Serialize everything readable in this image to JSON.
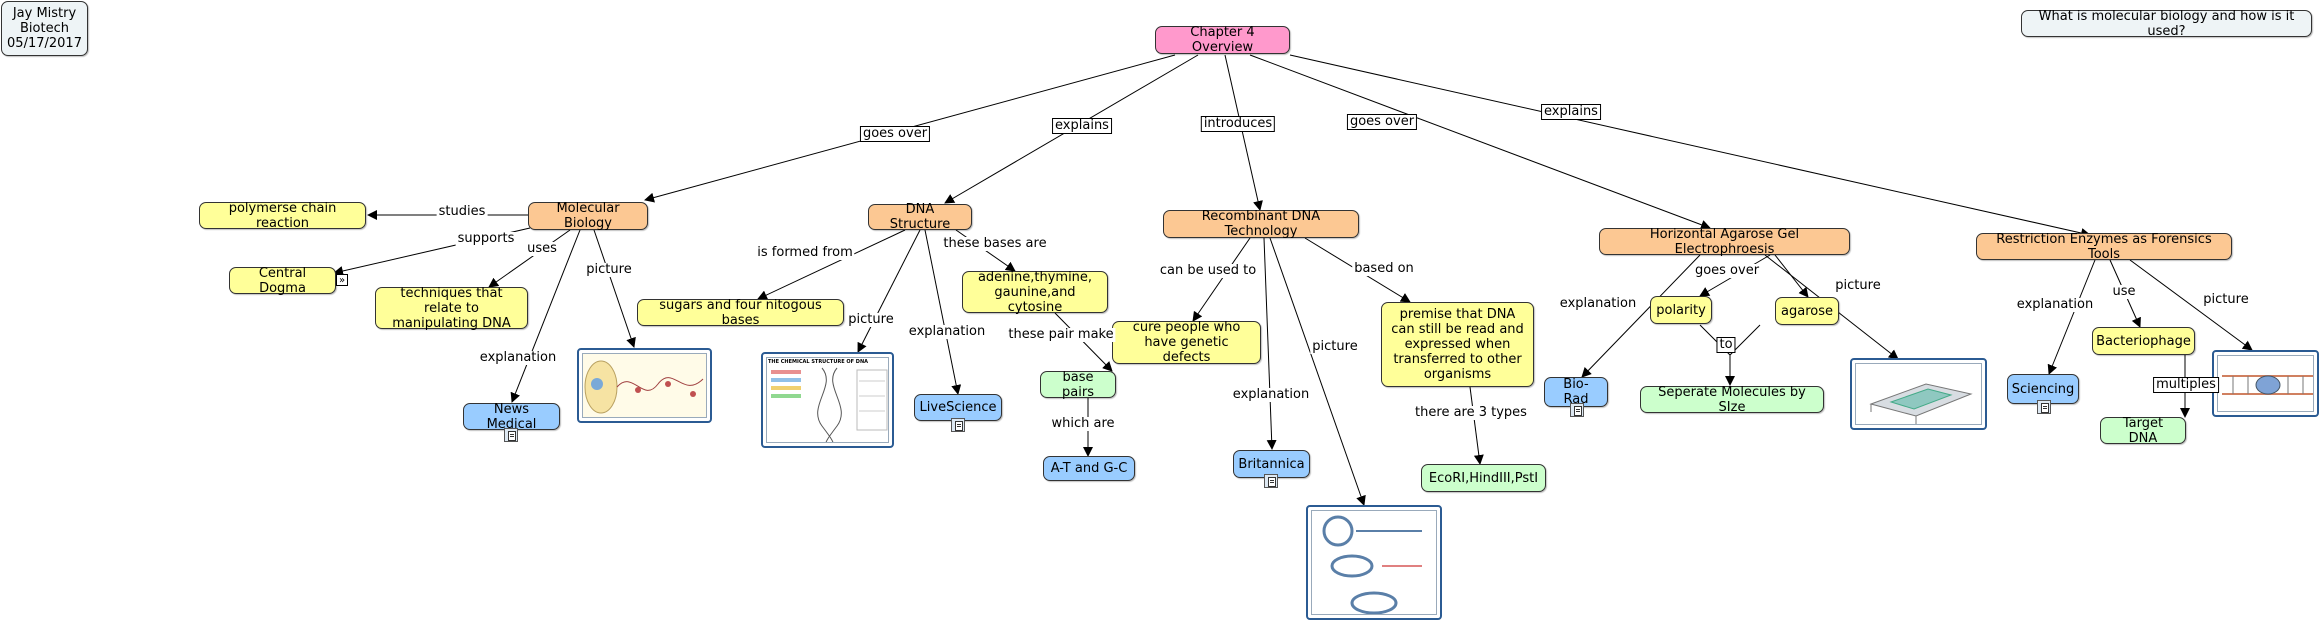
{
  "author_box": {
    "text": "Jay Mistry Biotech 05/17/2017"
  },
  "focus_question": "What is molecular biology and how is it used?",
  "root": "Chapter 4 Overview",
  "concepts": {
    "molecular_biology": "Molecular Biology",
    "dna_structure": "DNA Structure",
    "recombinant": "Recombinant DNA Technology",
    "electrophoresis": "Horizontal Agarose Gel Electrophroesis",
    "restriction": "Restriction Enzymes as Forensics Tools",
    "pcr": "polymerse chain reaction",
    "central_dogma": "Central Dogma",
    "techniques": "techniques that relate to manipulating DNA",
    "sugars": "sugars and four nitogous bases",
    "bases": "adenine,thymine, gaunine,and cytosine",
    "base_pairs": "base pairs",
    "at_gc": "A-T and G-C",
    "cure": "cure people who have genetic defects",
    "premise": "premise that DNA can still be read and expressed when transferred to other organisms",
    "ecori": "EcoRI,HindIII,PstI",
    "polarity": "polarity",
    "agarose": "agarose",
    "seperate": "Seperate Molecules by SIze",
    "bacteriophage": "Bacteriophage",
    "target_dna": "Target DNA"
  },
  "resources": {
    "news_medical": "News Medical",
    "livescience": "LiveScience",
    "britannica": "Britannica",
    "biorad": "Bio-Rad",
    "sciencing": "Sciencing"
  },
  "linking_phrases": {
    "goes_over_1": "goes over",
    "explains_1": "explains",
    "introduces": "introduces",
    "goes_over_2": "goes over",
    "explains_2": "explains",
    "studies": "studies",
    "supports": "supports",
    "uses": "uses",
    "explanation_mb": "explanation",
    "picture_mb": "picture",
    "is_formed_from": "is formed from",
    "these_bases_are": "these bases are",
    "picture_dna": "picture",
    "explanation_dna": "explanation",
    "these_pair_make": "these pair make",
    "which_are": "which are",
    "can_be_used_to": "can be used to",
    "based_on": "based on",
    "explanation_rec": "explanation",
    "picture_rec": "picture",
    "there_are_3_types": "there are 3 types",
    "explanation_gel": "explanation",
    "goes_over_gel": "goes over",
    "picture_gel": "picture",
    "to": "to",
    "explanation_re": "explanation",
    "use": "use",
    "picture_re": "picture",
    "multiples": "multiples"
  },
  "picture_titles": {
    "dna_chart": "THE CHEMICAL STRUCTURE OF DNA"
  },
  "colors": {
    "root": "#ff99cc",
    "topic": "#fcc893",
    "concept": "#ffff99",
    "leaf": "#ccffcc",
    "resource": "#99ccff",
    "note": "#eef4f6"
  }
}
